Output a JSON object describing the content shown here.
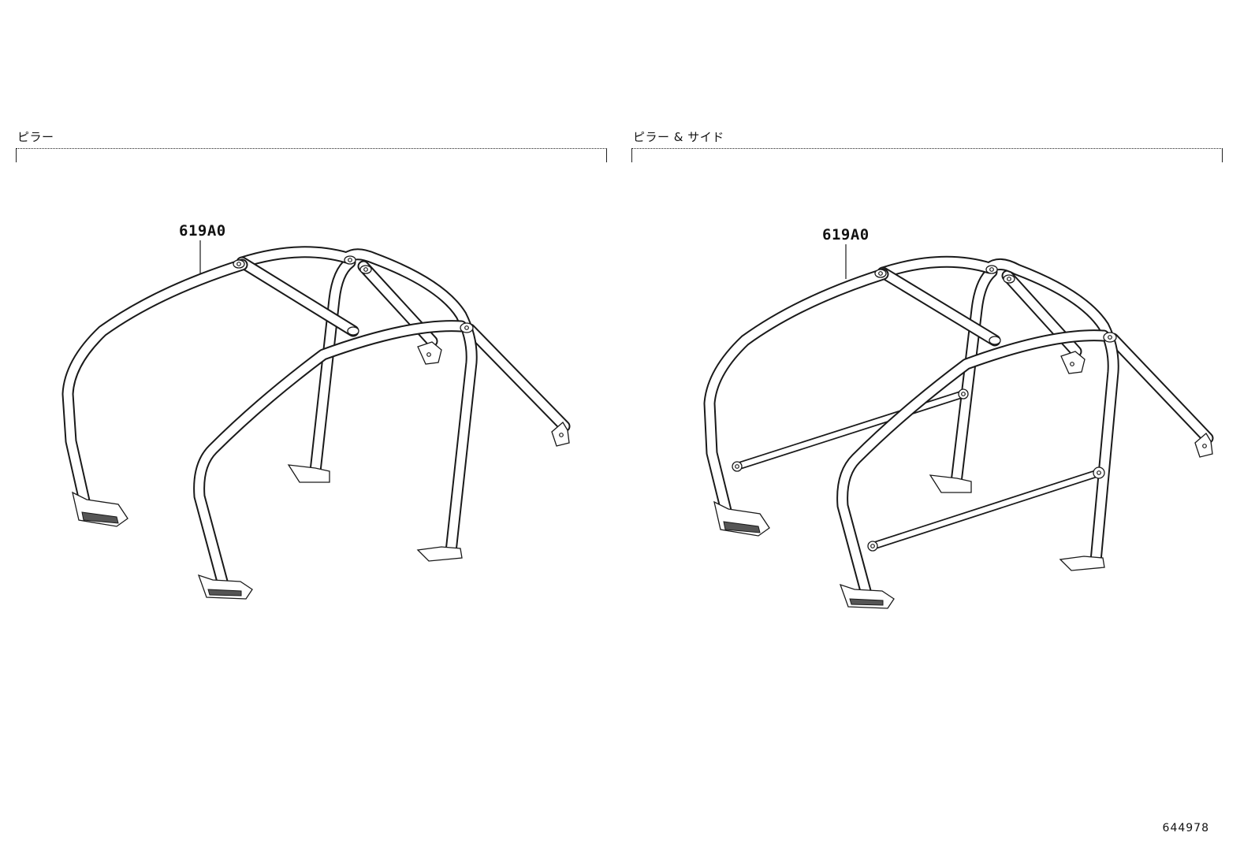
{
  "panels": [
    {
      "title": "ピラー",
      "callout": "619A0"
    },
    {
      "title": "ピラー & サイド",
      "callout": "619A0"
    }
  ],
  "figure_id": "644978",
  "colors": {
    "line": "#1a1a1a",
    "background": "#ffffff"
  }
}
